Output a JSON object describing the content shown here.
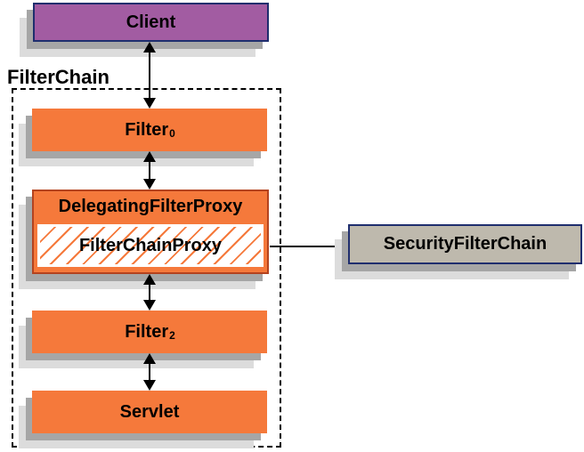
{
  "colors": {
    "orange": "#f5793b",
    "purple": "#a25ca2",
    "navy": "#1f2e6e",
    "tan": "#beb9ad",
    "shadow_dark": "#a6a6a6",
    "shadow_light": "#dcdcdc",
    "dfp_border": "#b4431f",
    "arrow": "#000000"
  },
  "chain_label": "FilterChain",
  "nodes": {
    "client": {
      "label": "Client"
    },
    "filter0": {
      "label": "Filter",
      "sub": "0"
    },
    "delegating_filter_proxy": {
      "label": "DelegatingFilterProxy"
    },
    "filter_chain_proxy": {
      "label": "FilterChainProxy"
    },
    "filter2": {
      "label": "Filter",
      "sub": "2"
    },
    "servlet": {
      "label": "Servlet"
    },
    "security_filter_chain": {
      "label": "SecurityFilterChain"
    }
  }
}
